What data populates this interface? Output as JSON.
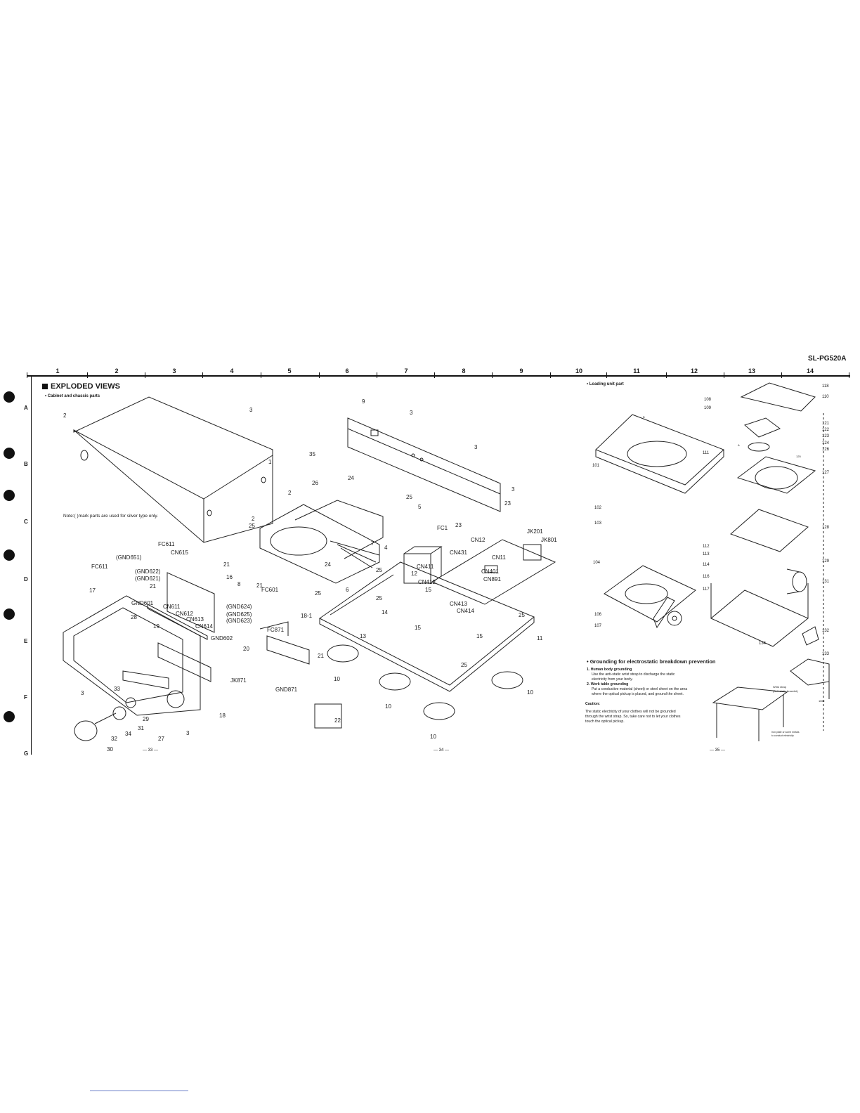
{
  "header": {
    "model": "SL-PG520A"
  },
  "columns": [
    "1",
    "2",
    "3",
    "4",
    "5",
    "6",
    "7",
    "8",
    "9",
    "10",
    "11",
    "12",
    "13",
    "14"
  ],
  "rows": [
    "A",
    "B",
    "C",
    "D",
    "E",
    "F",
    "G"
  ],
  "section": {
    "title": "EXPLODED VIEWS",
    "cabinet_subtitle": "• Cabinet and chassis parts",
    "loading_subtitle": "• Loading unit part",
    "note": "Note:( )mark parts are used for silver type only."
  },
  "cabinet_labels": {
    "c2a": "2",
    "c3a": "3",
    "c1": "1",
    "c9": "9",
    "c3b": "3",
    "c3c": "3",
    "c3d": "3",
    "c35": "35",
    "c26": "26",
    "c24a": "24",
    "c2b": "2",
    "c2c": "2",
    "c25a": "25",
    "c25b": "25",
    "c5": "5",
    "c23a": "23",
    "c23b": "23",
    "cfc1": "FC1",
    "cjk201": "JK201",
    "cjk801": "JK801",
    "ccn12": "CN12",
    "ccn431": "CN431",
    "ccn11": "CN11",
    "ccn401": "CN401",
    "ccn891": "CN891",
    "c4": "4",
    "c7": "7",
    "ccn411": "CN411",
    "c25c": "25",
    "c12": "12",
    "ccn412": "CN412",
    "c15a": "15",
    "ccn413": "CN413",
    "ccn414": "CN414",
    "c24b": "24",
    "c6": "6",
    "c8": "8",
    "c21a": "21",
    "c21b": "21",
    "cfc601": "FC601",
    "cfc611a": "FC611",
    "ccn615": "CN615",
    "cgnd651": "(GND651)",
    "cfc611b": "FC611",
    "cgnd622": "(GND622)",
    "cgnd621": "(GND621)",
    "c21c": "21",
    "c16": "16",
    "c17": "17",
    "cgnd601": "GND601",
    "ccn611": "CN611",
    "ccn612": "CN612",
    "ccn613": "CN613",
    "ccn614": "CN614",
    "cgnd624": "(GND624)",
    "cgnd625": "(GND625)",
    "cgnd623": "(GND623)",
    "c28": "28",
    "c19": "19",
    "cgnd602": "GND602",
    "cfc871": "FC871",
    "c18_1": "18-1",
    "c20": "20",
    "cjk871": "JK871",
    "cgnd871": "GND871",
    "c21d": "21",
    "c25d": "25",
    "c25e": "25",
    "c14": "14",
    "c13": "13",
    "c15b": "15",
    "c15c": "15",
    "c25f": "25",
    "c11": "11",
    "c25g": "25",
    "c10a": "10",
    "c10b": "10",
    "c10c": "10",
    "c10d": "10",
    "c22": "22",
    "c3e": "3",
    "c33": "33",
    "c29": "29",
    "c31": "31",
    "c34": "34",
    "c32": "32",
    "c27": "27",
    "c30": "30",
    "c3f": "3",
    "c18": "18"
  },
  "loading_labels": {
    "l108a": "108",
    "l109": "109",
    "l101": "101",
    "l111": "111",
    "la": "A",
    "lb": "B",
    "l102": "102",
    "l103": "103",
    "l104": "104",
    "l112": "112",
    "l113": "113",
    "l114": "114",
    "l116": "116",
    "l117": "117",
    "l106": "106",
    "l107": "107",
    "l134": "134",
    "l118": "118",
    "l110": "110",
    "l121": "121",
    "l122": "122",
    "l123": "123",
    "l124": "124",
    "l126": "126",
    "l125": "125",
    "l127": "127",
    "l128": "128",
    "l129": "129",
    "l131": "131",
    "l132": "132",
    "l133": "133"
  },
  "grounding": {
    "title": "• Grounding for electrostatic breakdown prevention",
    "item1_title": "1. Human body grounding",
    "item1_text1": "Use the anti-static wrist strap to discharge the static",
    "item1_text2": "electricity from your body.",
    "item2_title": "2. Work table grounding",
    "item2_text1": "Put a conductive material (sheet) or steel sheet on the area",
    "item2_text2": "where the optical pickup is placed, and ground the sheet.",
    "caution_title": "Caution:",
    "caution_text1": "The static electricity of your clothes will not be grounded",
    "caution_text2": "through the wrist strap.  So, take care not to let your clothes",
    "caution_text3": "touch the optical pickup.",
    "wrist_label1": "Wrist strap",
    "wrist_label2": "(Anti-static bracelet)",
    "resistor": "1MΩ",
    "sheet_label1": "Iron plate or some metals",
    "sheet_label2": "to conduct electricity"
  },
  "page_numbers": {
    "p1": "— 33 —",
    "p2": "— 34 —",
    "p3": "— 35 —"
  }
}
